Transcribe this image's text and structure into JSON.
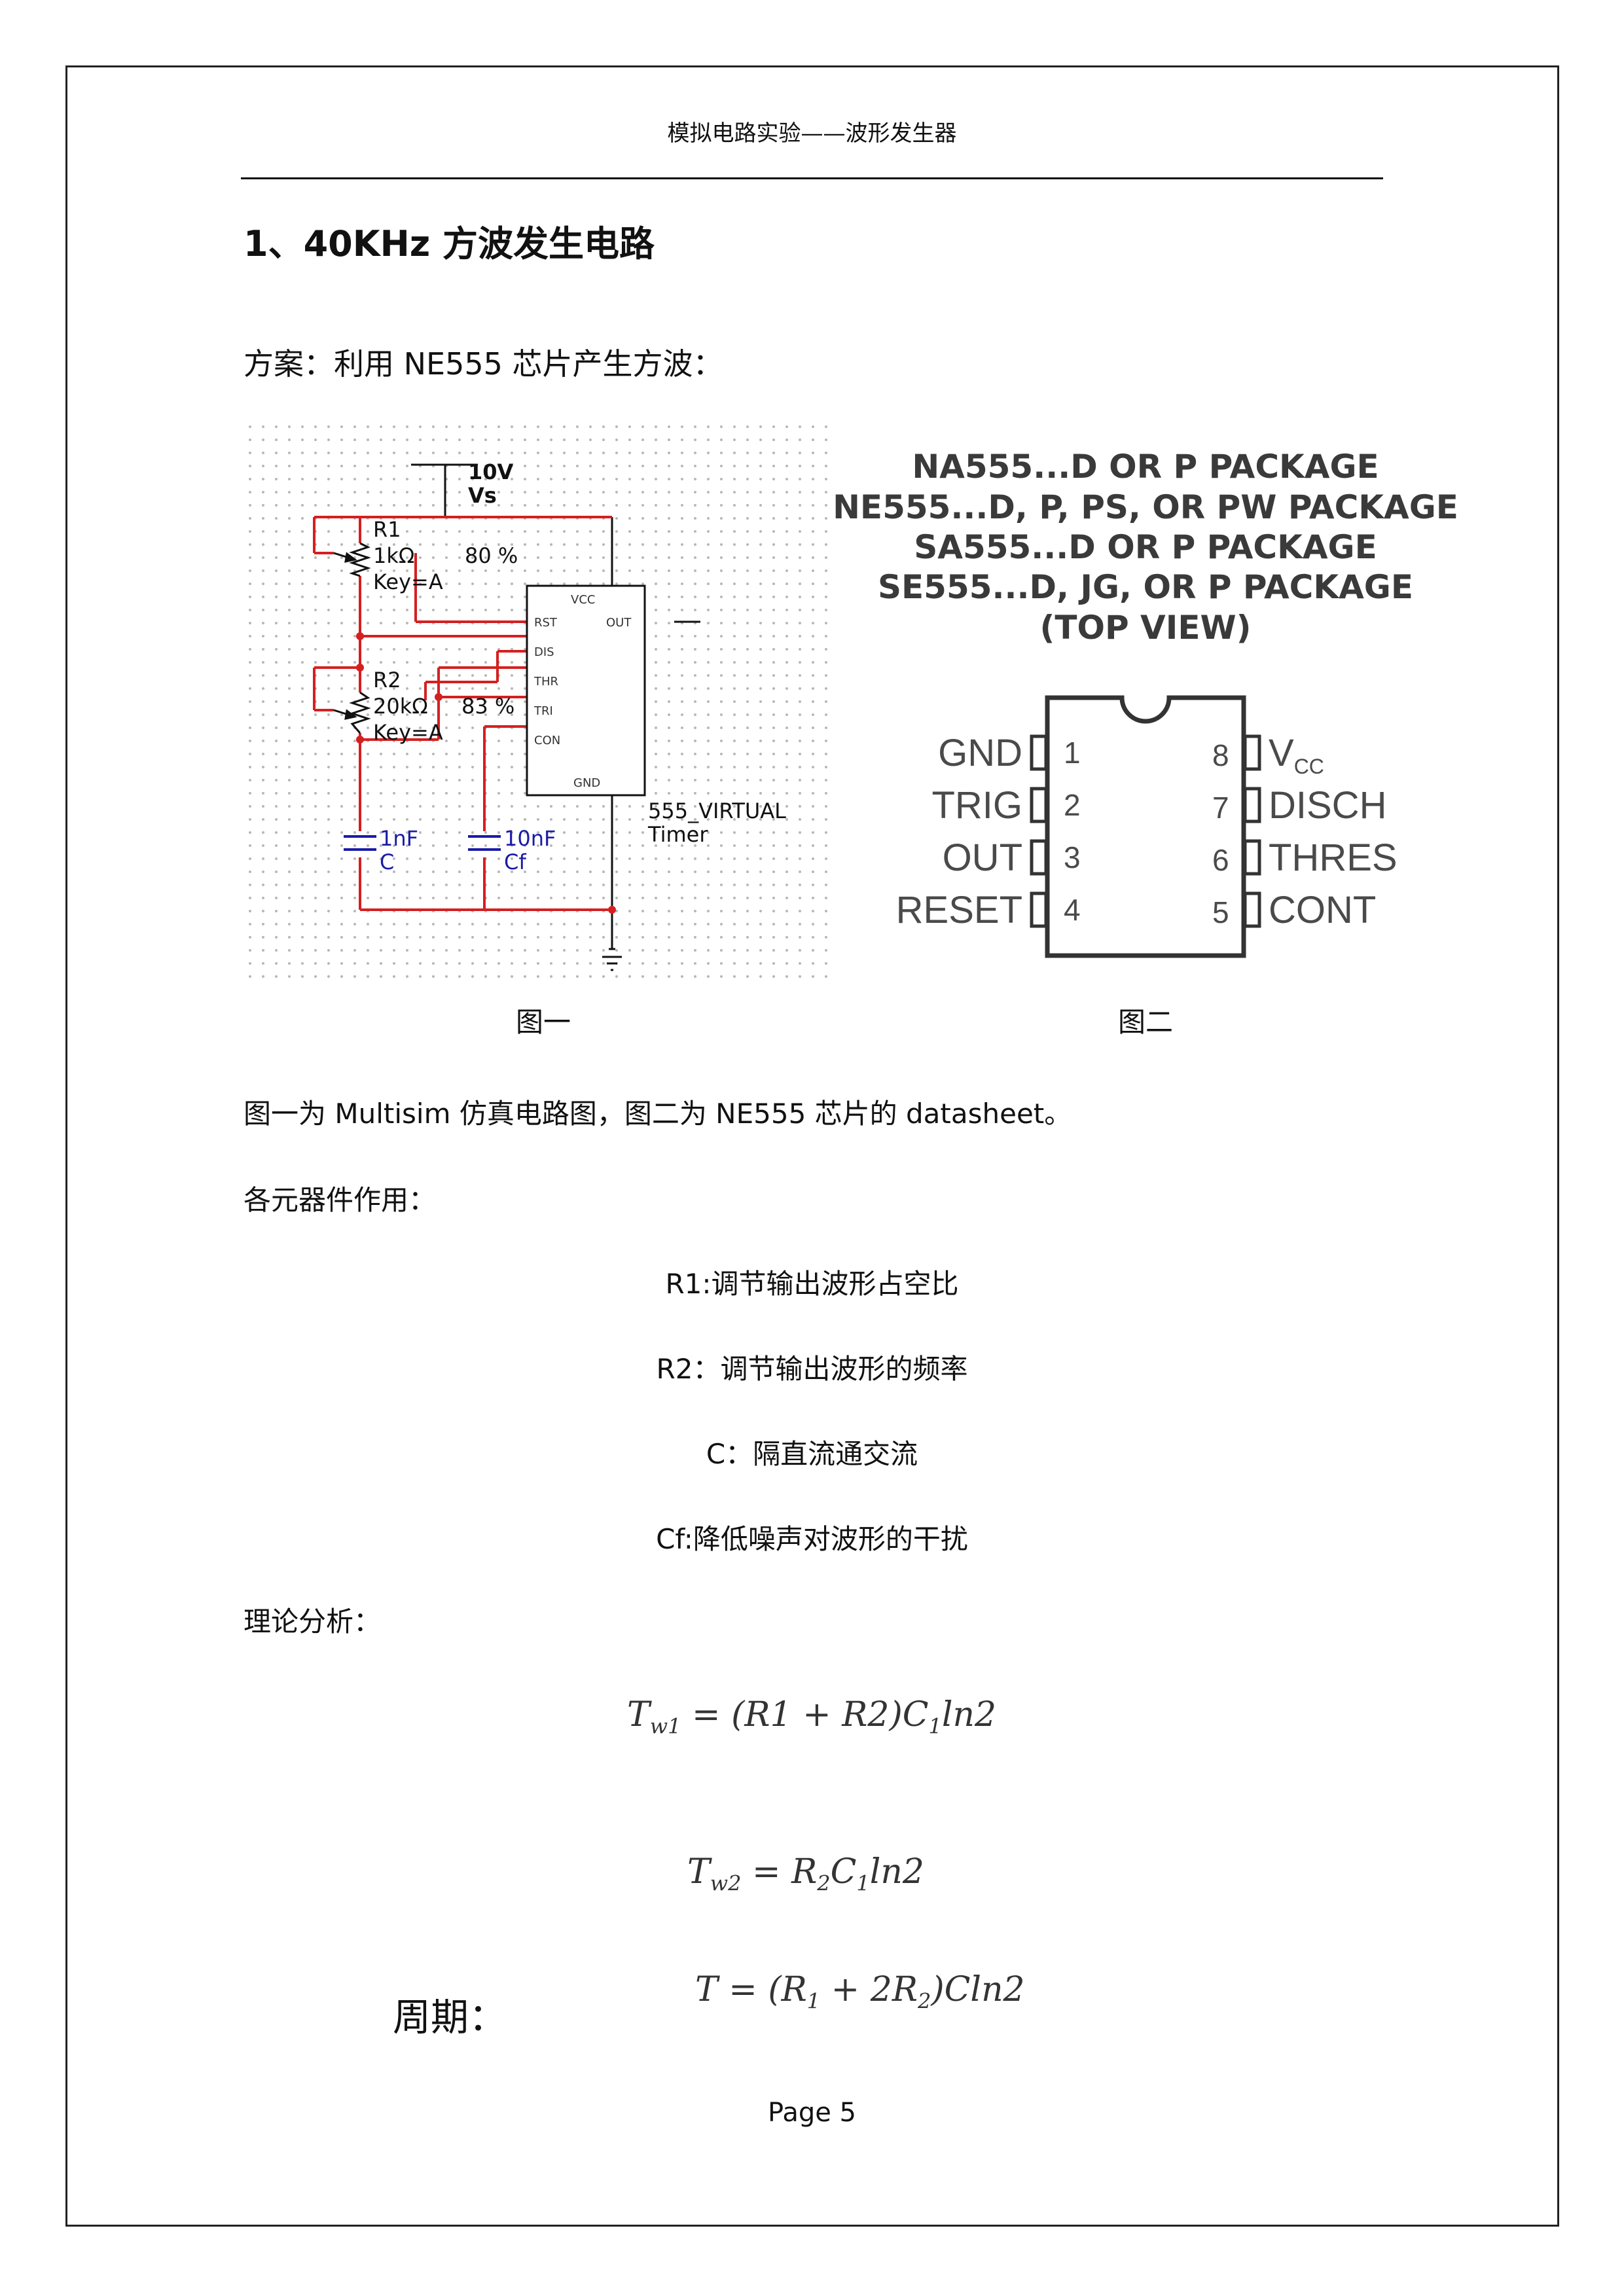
{
  "header": {
    "title": "模拟电路实验——波形发生器"
  },
  "section": {
    "title": "1、40KHz 方波发生电路"
  },
  "scheme": {
    "text": "方案：利用 NE555 芯片产生方波："
  },
  "figure1": {
    "caption": "图一",
    "labels": {
      "vs_value": "10V",
      "vs_name": "Vs",
      "r1_name": "R1",
      "r1_value": "1kΩ",
      "r1_key": "Key=A",
      "r1_pct": "80 %",
      "r2_name": "R2",
      "r2_value": "20kΩ",
      "r2_key": "Key=A",
      "r2_pct": "83 %",
      "c_value": "1nF",
      "c_name": "C",
      "cf_value": "10nF",
      "cf_name": "Cf",
      "timer_line1": "555_VIRTUAL",
      "timer_line2": "Timer",
      "pin_vcc": "VCC",
      "pin_rst": "RST",
      "pin_out": "OUT",
      "pin_dis": "DIS",
      "pin_thr": "THR",
      "pin_tri": "TRI",
      "pin_con": "CON",
      "pin_gnd": "GND"
    }
  },
  "figure2": {
    "caption": "图二",
    "package_lines": [
      "NA555...D OR P PACKAGE",
      "NE555...D, P, PS, OR PW PACKAGE",
      "SA555...D OR P PACKAGE",
      "SE555...D, JG, OR P PACKAGE",
      "(TOP VIEW)"
    ],
    "left_pins": [
      {
        "name": "GND",
        "num": "1"
      },
      {
        "name": "TRIG",
        "num": "2"
      },
      {
        "name": "OUT",
        "num": "3"
      },
      {
        "name": "RESET",
        "num": "4"
      }
    ],
    "right_pins": [
      {
        "name": "V",
        "sub": "CC",
        "num": "8"
      },
      {
        "name": "DISCH",
        "num": "7"
      },
      {
        "name": "THRES",
        "num": "6"
      },
      {
        "name": "CONT",
        "num": "5"
      }
    ]
  },
  "description": "图一为 Multisim 仿真电路图，图二为 NE555 芯片的 datasheet。",
  "components_heading": "各元器件作用：",
  "components": [
    "R1:调节输出波形占空比",
    "R2：调节输出波形的频率",
    "C：隔直流通交流",
    "Cf:降低噪声对波形的干扰"
  ],
  "analysis_heading": "理论分析：",
  "formulas": {
    "tw1": {
      "lhs": "T",
      "lhs_sub": "w1",
      "rhs_a": " = (R1 + R2)C",
      "rhs_sub": "1",
      "rhs_b": "ln2"
    },
    "tw2": {
      "lhs": "T",
      "lhs_sub": "w2",
      "rhs_a": " = R",
      "rhs_sub1": "2",
      "rhs_b": "C",
      "rhs_sub2": "1",
      "rhs_c": "ln2"
    },
    "period_label": "周期：",
    "period": {
      "a": "T = (R",
      "s1": "1",
      "b": " + 2R",
      "s2": "2",
      "c": ")Cln2"
    }
  },
  "footer": {
    "page": "Page  5"
  },
  "colors": {
    "wire": "#d42020",
    "cap": "#1a1aa8",
    "text": "#111111"
  }
}
